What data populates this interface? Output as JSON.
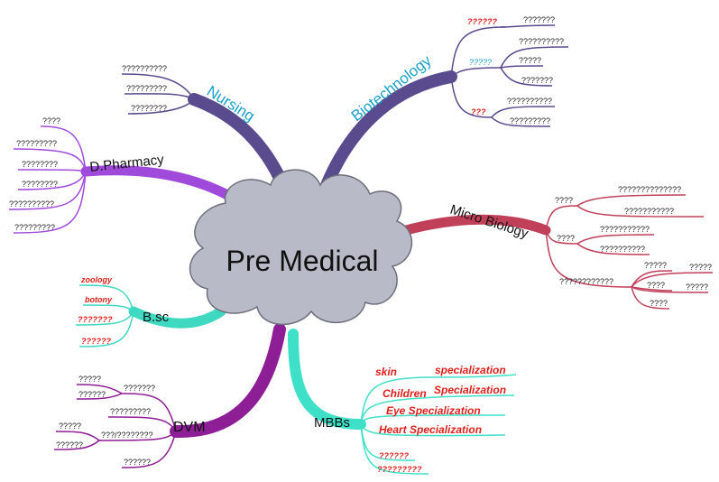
{
  "center": {
    "label": "Pre Medical"
  },
  "branches": {
    "nursing": {
      "label": "Nursing",
      "color": "#5a4a8e",
      "label_color": "#1ba0c8",
      "leaves": [
        "??????????",
        "?????????",
        "????????"
      ]
    },
    "biotech": {
      "label": "Biotechnology",
      "color": "#5a4a8e",
      "label_color": "#1ba0c8",
      "subs": [
        "??????",
        "?????",
        "???"
      ],
      "leaves": [
        "???????",
        "??????????",
        "?????",
        "???????",
        "??????????",
        "?????????"
      ]
    },
    "microbio": {
      "label": "Micro Biology",
      "color": "#c0405a",
      "label_color": "#111111",
      "subs": [
        "????",
        "????",
        "????????????"
      ],
      "leaves": [
        "??????????????",
        "???????????",
        "???????????",
        "??????????",
        "?????",
        "?????",
        "????",
        "?????",
        "????"
      ]
    },
    "dpharmacy": {
      "label": "D.Pharmacy",
      "color": "#a04adc",
      "label_color": "#111111",
      "leaves": [
        "????",
        "?????????",
        "????????",
        "????????",
        "??????????",
        "?????????"
      ]
    },
    "bsc": {
      "label": "B.sc",
      "color": "#3fd8c0",
      "label_color": "#111111",
      "leaves": [
        "zoology",
        "botony",
        "???????",
        "??????"
      ]
    },
    "dvm": {
      "label": "DVM",
      "color": "#8e1e96",
      "label_color": "#111111",
      "subs": [
        "???????",
        "?????????",
        "???/????????"
      ],
      "leaves": [
        "?????",
        "??????",
        "?????",
        "??????",
        "??????"
      ]
    },
    "mbbs": {
      "label": "MBBs",
      "color": "#3fe0c8",
      "label_color": "#111111",
      "leaves": [
        "skin",
        "specialization",
        "Children",
        "Specialization",
        "Eye Specialization",
        "Heart Specialization",
        "??????",
        "?????????"
      ]
    }
  }
}
